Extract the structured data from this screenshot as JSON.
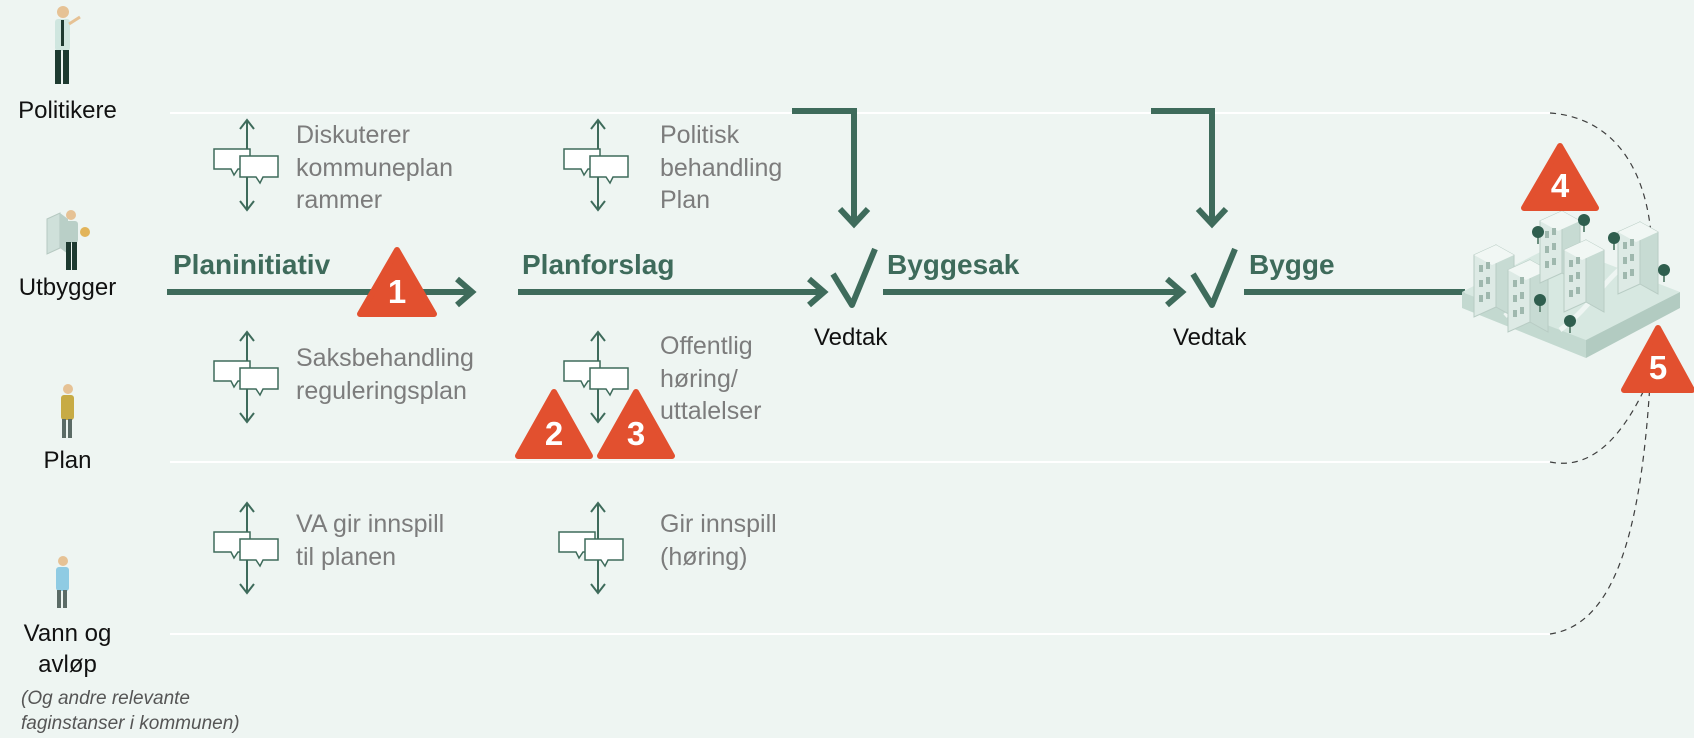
{
  "lanes": {
    "politikere": "Politikere",
    "utbygger": "Utbygger",
    "plan": "Plan",
    "vann": "Vann og\navløp",
    "note": "(Og andre relevante\nfaginstanser i kommunen)"
  },
  "stages": {
    "planinitiativ": "Planinitiativ",
    "planforslag": "Planforslag",
    "byggesak": "Byggesak",
    "bygge": "Bygge"
  },
  "decisions": {
    "vedtak1": "Vedtak",
    "vedtak2": "Vedtak"
  },
  "interactions": {
    "kommuneplan": "Diskuterer\nkommuneplan\nrammer",
    "politisk": "Politisk\nbehandling\nPlan",
    "saksbehandling": "Saksbehandling\nreguleringsplan",
    "offentlig": "Offentlig\nhøring/\nuttalelser",
    "va": "VA gir innspill\ntil planen",
    "gir": "Gir innspill\n(høring)"
  },
  "markers": {
    "m1": "1",
    "m2": "2",
    "m3": "3",
    "m4": "4",
    "m5": "5"
  },
  "colors": {
    "background": "#eef5f2",
    "process": "#3e6b5b",
    "warning": "#e2502f",
    "muted_text": "#7c7c7c"
  }
}
